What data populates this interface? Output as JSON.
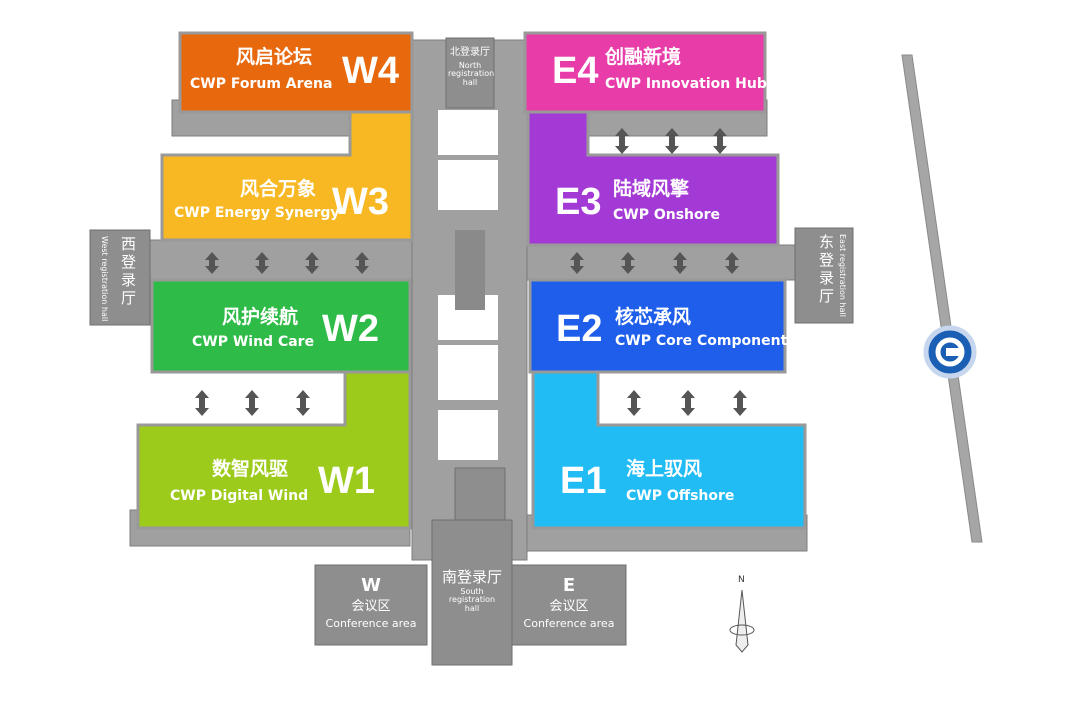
{
  "halls": [
    {
      "code": "W4",
      "cn": "风启论坛",
      "en": "CWP Forum Arena",
      "color": "#e8680e"
    },
    {
      "code": "W3",
      "cn": "风合万象",
      "en": "CWP Energy Synergy",
      "color": "#f8b824"
    },
    {
      "code": "W2",
      "cn": "风护续航",
      "en": "CWP Wind Care",
      "color": "#2fbb47"
    },
    {
      "code": "W1",
      "cn": "数智风驱",
      "en": "CWP Digital Wind",
      "color": "#9dcb1c"
    },
    {
      "code": "E4",
      "cn": "创融新境",
      "en": "CWP Innovation Hub",
      "color": "#e83ca8"
    },
    {
      "code": "E3",
      "cn": "陆域风擎",
      "en": "CWP Onshore",
      "color": "#a33ad6"
    },
    {
      "code": "E2",
      "cn": "核芯承风",
      "en": "CWP Core Components",
      "color": "#1e5eea"
    },
    {
      "code": "E1",
      "cn": "海上驭风",
      "en": "CWP Offshore",
      "color": "#22bcf4"
    }
  ],
  "registration": {
    "north": {
      "cn": "北登录厅",
      "en": "North registration hall"
    },
    "west": {
      "cn": "西登录厅",
      "en": "West registration hall"
    },
    "east": {
      "cn": "东登录厅",
      "en": "East registration hall"
    },
    "south": {
      "cn": "南登录厅",
      "en": "South registration hall"
    }
  },
  "conference": {
    "west": {
      "code": "W",
      "cn": "会议区",
      "en": "Conference area"
    },
    "east": {
      "code": "E",
      "cn": "会议区",
      "en": "Conference area"
    }
  },
  "compass": {
    "label": "N"
  },
  "gray": "#9b9b9b"
}
